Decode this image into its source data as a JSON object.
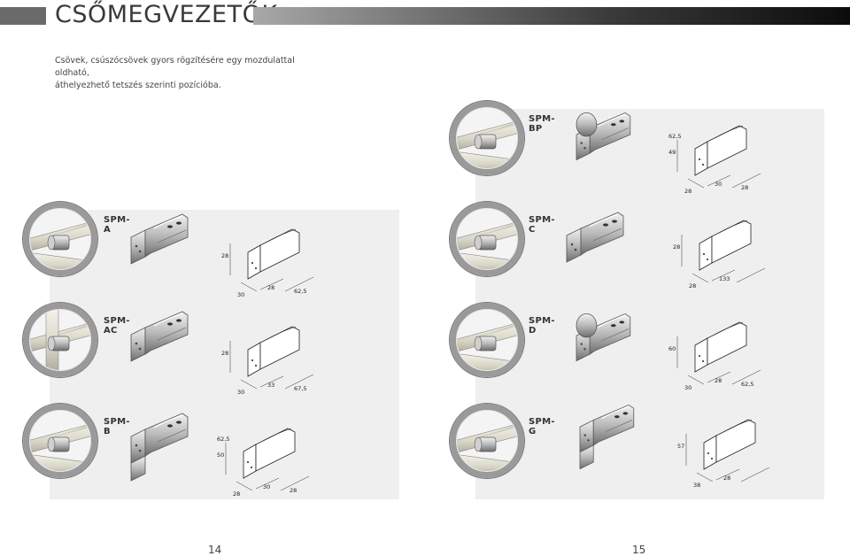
{
  "header": {
    "title": "CSŐMEGVEZETŐK"
  },
  "intro": {
    "line1": "Csövek, csúszócsövek gyors rögzítésére egy mozdulattal oldható,",
    "line2": "áthelyezhető tetszés szerinti pozícióba."
  },
  "page_numbers": {
    "left": "14",
    "right": "15"
  },
  "products": {
    "spm_bp": {
      "name": "SPM-BP",
      "dims": [
        "49",
        "28",
        "30",
        "28",
        "62,5"
      ]
    },
    "spm_a": {
      "name": "SPM-A",
      "dims": [
        "28",
        "30",
        "28",
        "62,5"
      ]
    },
    "spm_c": {
      "name": "SPM-C",
      "dims": [
        "28",
        "28",
        "133"
      ]
    },
    "spm_ac": {
      "name": "SPM-AC",
      "dims": [
        "28",
        "30",
        "33",
        "67,5"
      ]
    },
    "spm_d": {
      "name": "SPM-D",
      "dims": [
        "60",
        "30",
        "28",
        "62,5"
      ]
    },
    "spm_b": {
      "name": "SPM-B",
      "dims": [
        "50",
        "28",
        "30",
        "28",
        "62,5"
      ]
    },
    "spm_g": {
      "name": "SPM-G",
      "dims": [
        "57",
        "38",
        "28"
      ]
    }
  },
  "icons": [
    "tube-clamp-photo",
    "clamp-render-icon",
    "dimension-drawing-icon"
  ],
  "colors": {
    "panel": "#efefef",
    "ring": "#9a9a9a",
    "title_bar_dark": "#0c0c0c"
  }
}
